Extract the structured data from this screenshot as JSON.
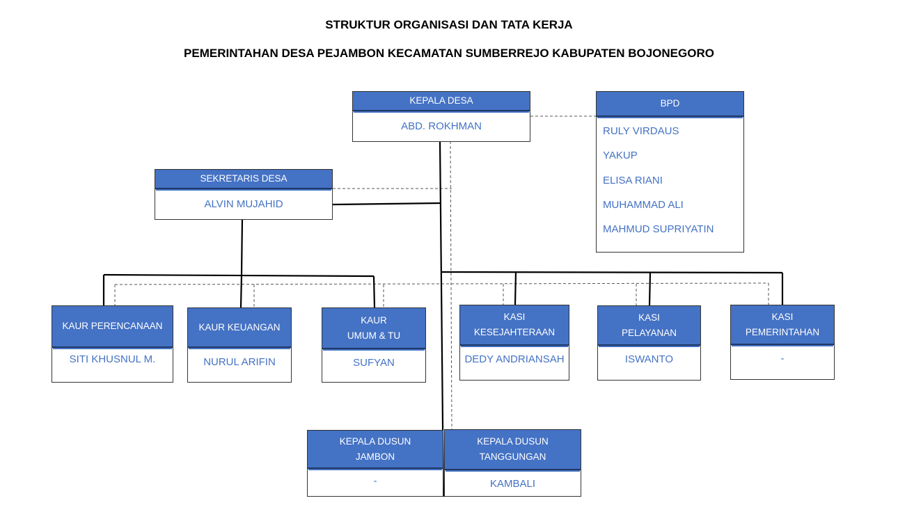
{
  "header": {
    "title": "STRUKTUR ORGANISASI DAN TATA KERJA",
    "subtitle": "PEMERINTAHAN DESA PEJAMBON KECAMATAN SUMBERREJO KABUPATEN BOJONEGORO"
  },
  "colors": {
    "header_fill": "#4472c4",
    "header_text": "#ffffff",
    "name_text": "#4472c4",
    "border": "#333333",
    "line": "#000000"
  },
  "kepala_desa": {
    "title": "KEPALA DESA",
    "name": "ABD. ROKHMAN"
  },
  "bpd": {
    "title": "BPD",
    "members": [
      "RULY VIRDAUS",
      "YAKUP",
      "ELISA RIANI",
      "MUHAMMAD ALI",
      "MAHMUD SUPRIYATIN"
    ]
  },
  "sekretaris": {
    "title": "SEKRETARIS DESA",
    "name": "ALVIN MUJAHID"
  },
  "kaur": [
    {
      "title": "KAUR PERENCANAAN",
      "name": "SITI KHUSNUL M."
    },
    {
      "title": "KAUR KEUANGAN",
      "name": "NURUL ARIFIN"
    },
    {
      "title": "KAUR\nUMUM  & TU",
      "name": "SUFYAN"
    }
  ],
  "kasi": [
    {
      "title": "KASI\nKESEJAHTERAAN",
      "name": "DEDY ANDRIANSAH"
    },
    {
      "title": "KASI\nPELAYANAN",
      "name": "ISWANTO"
    },
    {
      "title": "KASI\nPEMERINTAHAN",
      "name": "-"
    }
  ],
  "kepala_dusun": [
    {
      "title": "KEPALA DUSUN\nJAMBON",
      "name": "-"
    },
    {
      "title": "KEPALA DUSUN\nTANGGUNGAN",
      "name": "KAMBALI"
    }
  ]
}
